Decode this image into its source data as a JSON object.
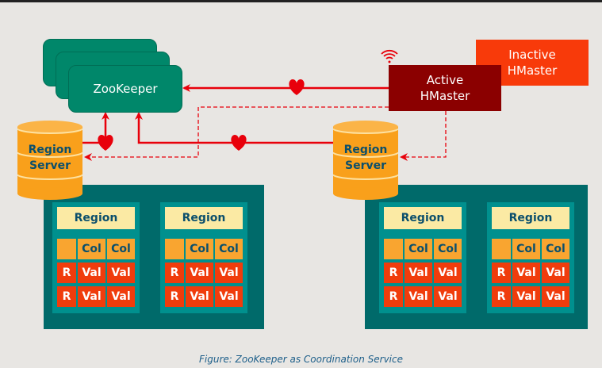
{
  "zookeeper": {
    "label": "ZooKeeper",
    "color": "#00876a"
  },
  "active_hmaster": {
    "label_line1": "Active",
    "label_line2": "HMaster",
    "color": "#8b0000"
  },
  "inactive_hmaster": {
    "label_line1": "Inactive",
    "label_line2": "HMaster",
    "color": "#f83a0a"
  },
  "region_servers": [
    {
      "label_line1": "Region",
      "label_line2": "Server"
    },
    {
      "label_line1": "Region",
      "label_line2": "Server"
    }
  ],
  "region": {
    "title": "Region",
    "col_label": "Col",
    "row_label": "R",
    "value_label": "Val"
  },
  "icons": {
    "heartbeat": "heart-icon",
    "signal": "wifi-icon"
  },
  "colors": {
    "line": "#e8000b",
    "cylinder": "#f9a01b",
    "server_box": "#006a6a",
    "region_bg": "#00908e"
  },
  "caption": "Figure: ZooKeeper as Coordination Service"
}
